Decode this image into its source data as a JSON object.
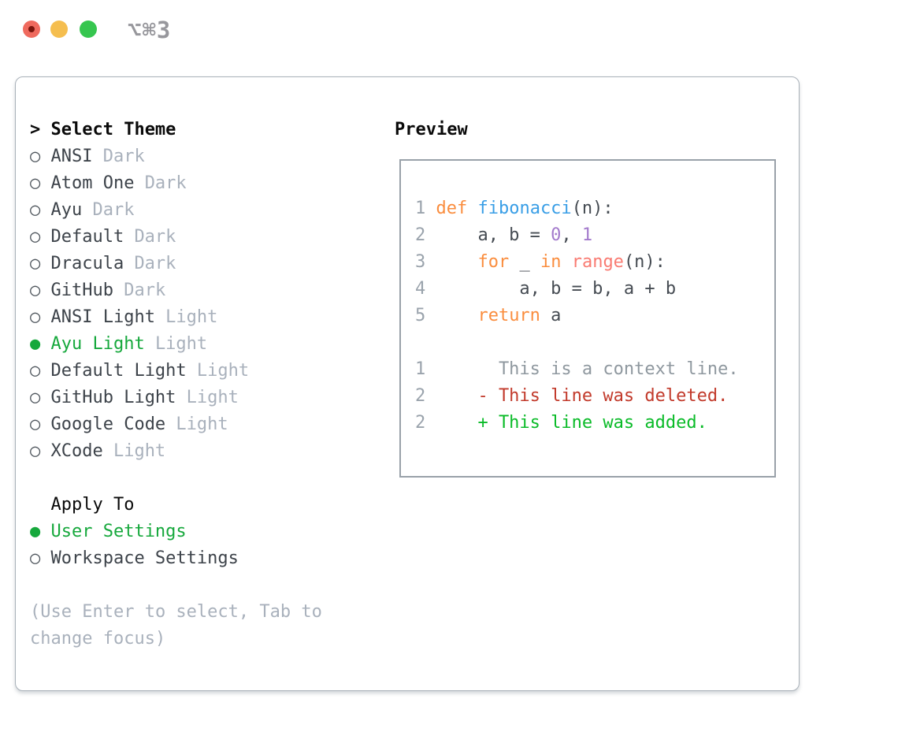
{
  "window": {
    "title": "⌥⌘3"
  },
  "icons": {
    "radio_selected": "●",
    "radio_unselected": "○"
  },
  "colors": {
    "ui-green": "#16A83C",
    "added-green": "#0ABB28",
    "deleted-red": "#C23A2B",
    "context-gray": "#8F989F",
    "keyword": "#FA8D3E",
    "function": "#399EE6",
    "number": "#A37ACC",
    "builtin": "#F97B72",
    "code-plain": "#454B52",
    "line-number": "#9AA3AC",
    "text-dark": "#3D434A",
    "text-muted": "#A9B1BC",
    "radio-gray": "#4E555C",
    "panel-border": "#A9B1B9",
    "preview-border": "#99A1A9",
    "traffic-red": "#EF6A5E",
    "traffic-red-dot": "#7A150D",
    "traffic-yellow": "#F5BE4F",
    "traffic-green": "#36C64F",
    "title-gray": "#97979C",
    "heading-black": "#0A0A0A"
  },
  "theme_panel": {
    "header": {
      "cursor": ">",
      "label": "Select Theme"
    },
    "themes": [
      {
        "name": "ANSI",
        "variant": "Dark",
        "selected": false
      },
      {
        "name": "Atom One",
        "variant": "Dark",
        "selected": false
      },
      {
        "name": "Ayu",
        "variant": "Dark",
        "selected": false
      },
      {
        "name": "Default",
        "variant": "Dark",
        "selected": false
      },
      {
        "name": "Dracula",
        "variant": "Dark",
        "selected": false
      },
      {
        "name": "GitHub",
        "variant": "Dark",
        "selected": false
      },
      {
        "name": "ANSI Light",
        "variant": "Light",
        "selected": false
      },
      {
        "name": "Ayu Light",
        "variant": "Light",
        "selected": true
      },
      {
        "name": "Default Light",
        "variant": "Light",
        "selected": false
      },
      {
        "name": "GitHub Light",
        "variant": "Light",
        "selected": false
      },
      {
        "name": "Google Code",
        "variant": "Light",
        "selected": false
      },
      {
        "name": "XCode",
        "variant": "Light",
        "selected": false
      }
    ],
    "apply_to": {
      "label": "Apply To",
      "options": [
        {
          "label": "User Settings",
          "selected": true
        },
        {
          "label": "Workspace Settings",
          "selected": false
        }
      ]
    },
    "hint_lines": [
      "(Use Enter to select, Tab to",
      "change focus)"
    ]
  },
  "preview": {
    "label": "Preview",
    "code_lines": [
      {
        "num": "1",
        "tokens": [
          {
            "t": "def",
            "c": "keyword"
          },
          {
            "t": " "
          },
          {
            "t": "fibonacci",
            "c": "function"
          },
          {
            "t": "(n):"
          }
        ]
      },
      {
        "num": "2",
        "tokens": [
          {
            "t": "    a, b = "
          },
          {
            "t": "0",
            "c": "number"
          },
          {
            "t": ", "
          },
          {
            "t": "1",
            "c": "number"
          }
        ]
      },
      {
        "num": "3",
        "tokens": [
          {
            "t": "    "
          },
          {
            "t": "for",
            "c": "keyword"
          },
          {
            "t": " _ "
          },
          {
            "t": "in",
            "c": "keyword"
          },
          {
            "t": " "
          },
          {
            "t": "range",
            "c": "builtin"
          },
          {
            "t": "(n):"
          }
        ]
      },
      {
        "num": "4",
        "tokens": [
          {
            "t": "        a, b = b, a + b"
          }
        ]
      },
      {
        "num": "5",
        "tokens": [
          {
            "t": "    "
          },
          {
            "t": "return",
            "c": "keyword"
          },
          {
            "t": " a"
          }
        ]
      }
    ],
    "diff_lines": [
      {
        "num": "1",
        "tokens": [
          {
            "t": "      This is a context line.",
            "c": "context"
          }
        ]
      },
      {
        "num": "2",
        "tokens": [
          {
            "t": "    - This line was deleted.",
            "c": "deleted"
          }
        ]
      },
      {
        "num": "2",
        "tokens": [
          {
            "t": "    + This line was added.",
            "c": "added"
          }
        ]
      }
    ]
  }
}
